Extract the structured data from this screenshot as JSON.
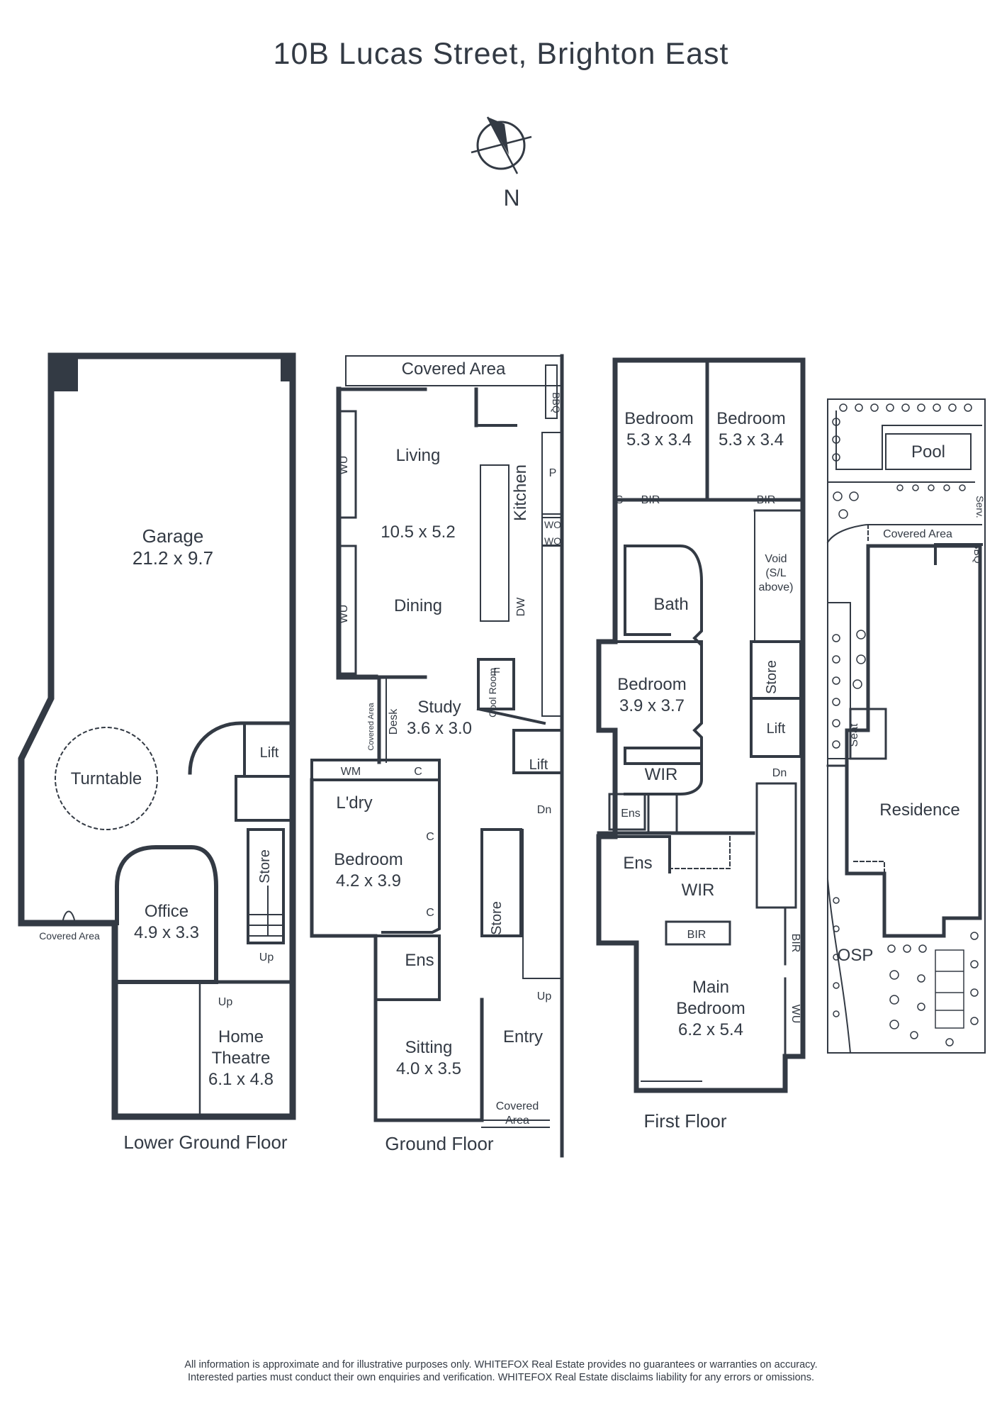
{
  "title": "10B Lucas Street, Brighton East",
  "compass": {
    "label": "N"
  },
  "floors": {
    "lower_ground": {
      "name": "Lower Ground Floor",
      "rooms": {
        "garage_name": "Garage",
        "garage_size": "21.2 x 9.7",
        "turntable": "Turntable",
        "office_name": "Office",
        "office_size": "4.9 x 3.3",
        "home_theatre_1": "Home",
        "home_theatre_2": "Theatre",
        "home_theatre_size": "6.1 x 4.8",
        "lift": "Lift",
        "store": "Store",
        "up1": "Up",
        "up2": "Up",
        "covered_area": "Covered Area"
      }
    },
    "ground": {
      "name": "Ground Floor",
      "rooms": {
        "covered_area_top": "Covered Area",
        "bbq": "BBQ",
        "living": "Living",
        "living_size": "10.5 x 5.2",
        "dining": "Dining",
        "kitchen": "Kitchen",
        "wu1": "WU",
        "wu2": "WU",
        "p": "P",
        "wo1": "WO",
        "wo2": "WO",
        "dw": "DW",
        "f": "F",
        "cool_room": "Cool Room",
        "study_name": "Study",
        "study_size": "3.6 x 3.0",
        "desk": "Desk",
        "covered_area_side": "Covered Area",
        "lift": "Lift",
        "wm": "WM",
        "c1": "C",
        "c2": "C",
        "c3": "C",
        "laundry": "L'dry",
        "bedroom_name": "Bedroom",
        "bedroom_size": "4.2 x 3.9",
        "ens": "Ens",
        "store": "Store",
        "dn": "Dn",
        "up": "Up",
        "sitting_name": "Sitting",
        "sitting_size": "4.0 x 3.5",
        "entry": "Entry",
        "covered_area_front_1": "Covered",
        "covered_area_front_2": "Area"
      }
    },
    "first": {
      "name": "First Floor",
      "rooms": {
        "bedroom1_name": "Bedroom",
        "bedroom1_size": "5.3 x 3.4",
        "bedroom2_name": "Bedroom",
        "bedroom2_size": "5.3 x 3.4",
        "s": "S",
        "bir1": "BIR",
        "bir2": "BIR",
        "void_1": "Void",
        "void_2": "(S/L",
        "void_3": "above)",
        "bath": "Bath",
        "store": "Store",
        "lift": "Lift",
        "bedroom3_name": "Bedroom",
        "bedroom3_size": "3.9 x 3.7",
        "wir1": "WIR",
        "ens1": "Ens",
        "dn": "Dn",
        "ens2": "Ens",
        "wir2": "WIR",
        "bir3": "BIR",
        "bir4": "BIR",
        "main_bedroom_1": "Main",
        "main_bedroom_2": "Bedroom",
        "main_bedroom_size": "6.2 x 5.4",
        "wu": "WU"
      }
    },
    "site": {
      "rooms": {
        "pool": "Pool",
        "serv": "Serv.",
        "bbq": "BBQ",
        "covered_area": "Covered Area",
        "seat": "Seat",
        "residence": "Residence",
        "osp": "OSP"
      }
    }
  },
  "disclaimer": {
    "line1": "All information is approximate and for illustrative purposes only. WHITEFOX Real Estate provides no guarantees or warranties on accuracy.",
    "line2": "Interested parties must conduct their own enquiries and verification. WHITEFOX Real Estate disclaims liability for any errors or omissions."
  },
  "colors": {
    "wall": "#333a44",
    "ink": "#333a44",
    "background": "#ffffff"
  }
}
